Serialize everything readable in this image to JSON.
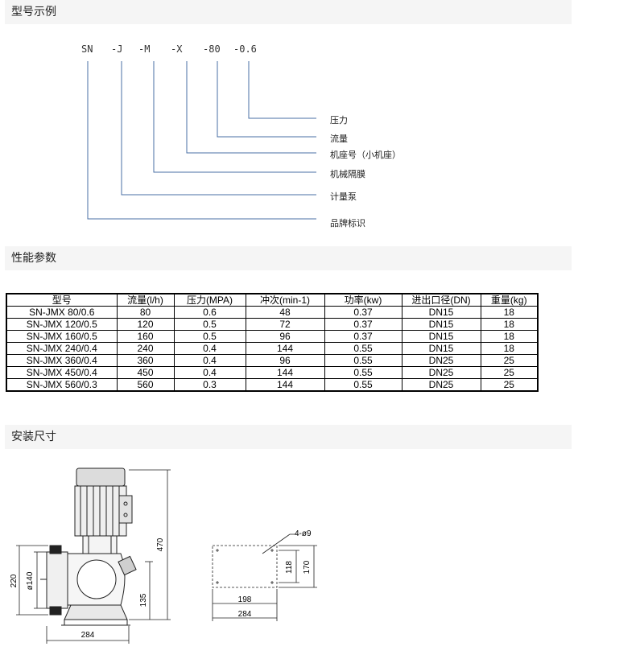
{
  "sections": {
    "model_example": "型号示例",
    "performance": "性能参数",
    "install_size": "安装尺寸"
  },
  "model_code": {
    "parts": [
      "SN",
      "-J",
      "-M",
      "-X",
      "-80",
      "-0.6"
    ],
    "legend": [
      "压力",
      "流量",
      "机座号（小机座）",
      "机械隔膜",
      "计量泵",
      "品牌标识"
    ]
  },
  "table": {
    "headers": [
      "型号",
      "流量(l/h)",
      "压力(MPA)",
      "冲次(min-1)",
      "功率(kw)",
      "进出口径(DN)",
      "重量(kg)"
    ],
    "rows": [
      [
        "SN-JMX 80/0.6",
        "80",
        "0.6",
        "48",
        "0.37",
        "DN15",
        "18"
      ],
      [
        "SN-JMX 120/0.5",
        "120",
        "0.5",
        "72",
        "0.37",
        "DN15",
        "18"
      ],
      [
        "SN-JMX 160/0.5",
        "160",
        "0.5",
        "96",
        "0.37",
        "DN15",
        "18"
      ],
      [
        "SN-JMX 240/0.4",
        "240",
        "0.4",
        "144",
        "0.55",
        "DN15",
        "18"
      ],
      [
        "SN-JMX 360/0.4",
        "360",
        "0.4",
        "96",
        "0.55",
        "DN25",
        "25"
      ],
      [
        "SN-JMX 450/0.4",
        "450",
        "0.4",
        "144",
        "0.55",
        "DN25",
        "25"
      ],
      [
        "SN-JMX 560/0.3",
        "560",
        "0.3",
        "144",
        "0.55",
        "DN25",
        "25"
      ]
    ]
  },
  "dimensions": {
    "height_total": "470",
    "height_220": "220",
    "diameter": "ø140",
    "height_135": "135",
    "width_284_left": "284",
    "holes": "4-ø9",
    "dim_118": "118",
    "dim_170": "170",
    "dim_198": "198",
    "width_284_right": "284"
  }
}
